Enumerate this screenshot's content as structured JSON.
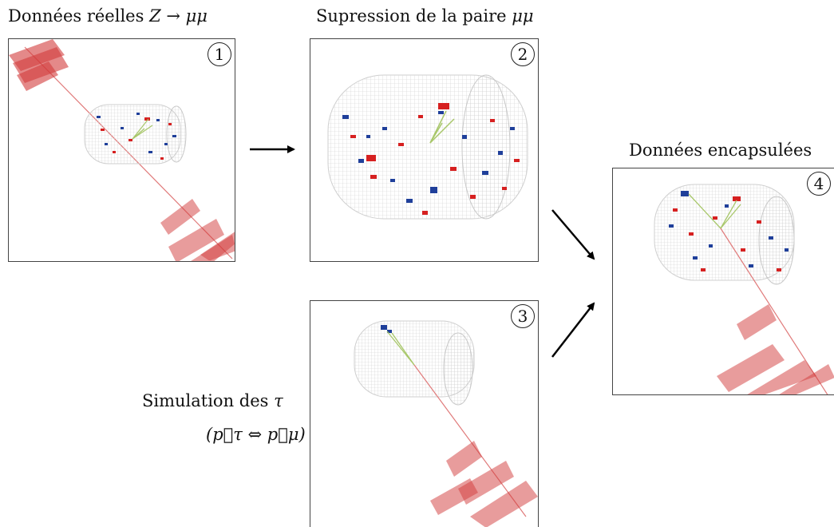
{
  "panels": [
    {
      "id": "1",
      "caption_a": "Données réelles",
      "caption_math": "Z → μμ",
      "number": "1"
    },
    {
      "id": "2",
      "caption_a": "Supression de la paire",
      "caption_math": "μμ",
      "number": "2"
    },
    {
      "id": "3",
      "caption_a": "Simulation des",
      "caption_math": "τ",
      "caption_line2": "(p⃗τ ⇔ p⃗μ)",
      "number": "3"
    },
    {
      "id": "4",
      "caption_a": "Données encapsulées",
      "number": "4"
    }
  ],
  "colors": {
    "muon_chamber": "#d9534f",
    "ecal_hit": "#1f3f9a",
    "hcal_hit": "#d62020",
    "track": "#a8c76a",
    "tracker": "#c8c8c8"
  }
}
